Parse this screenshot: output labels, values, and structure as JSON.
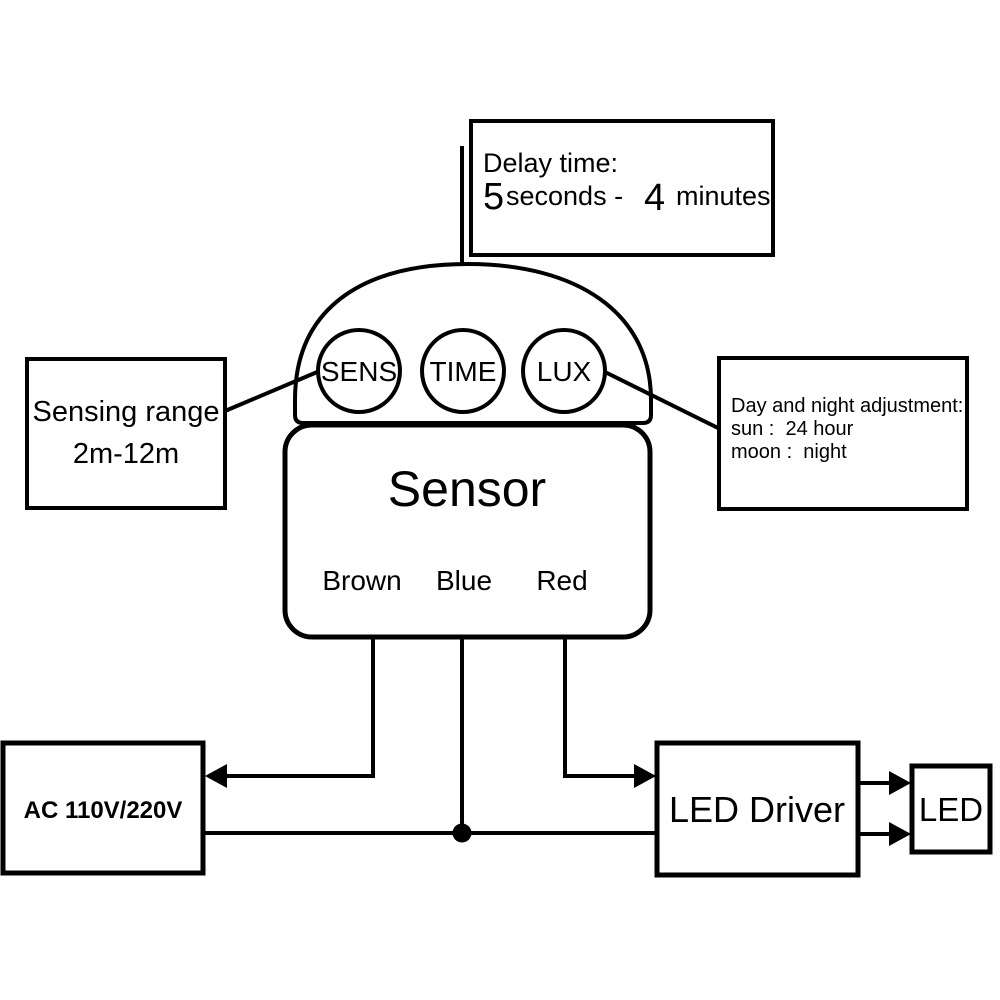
{
  "delay_box": {
    "title": "Delay time:",
    "range_start_num": "5",
    "range_start_unit": "seconds -",
    "range_end_num": "4",
    "range_end_unit": "minutes"
  },
  "sensing_box": {
    "line1": "Sensing range",
    "line2": "2m-12m"
  },
  "day_night_box": {
    "line1": "Day and night adjustment:",
    "line2": "sun :  24 hour",
    "line3": "moon :  night"
  },
  "sensor": {
    "title": "Sensor",
    "knobs": [
      "SENS",
      "TIME",
      "LUX"
    ],
    "wires": [
      "Brown",
      "Blue",
      "Red"
    ]
  },
  "power_box": {
    "label": "AC 110V/220V"
  },
  "led_driver_box": {
    "label": "LED Driver"
  },
  "led_box": {
    "label": "LED"
  },
  "colors": {
    "line": "#000000",
    "background": "#ffffff",
    "box_fill": "#ffffff"
  }
}
